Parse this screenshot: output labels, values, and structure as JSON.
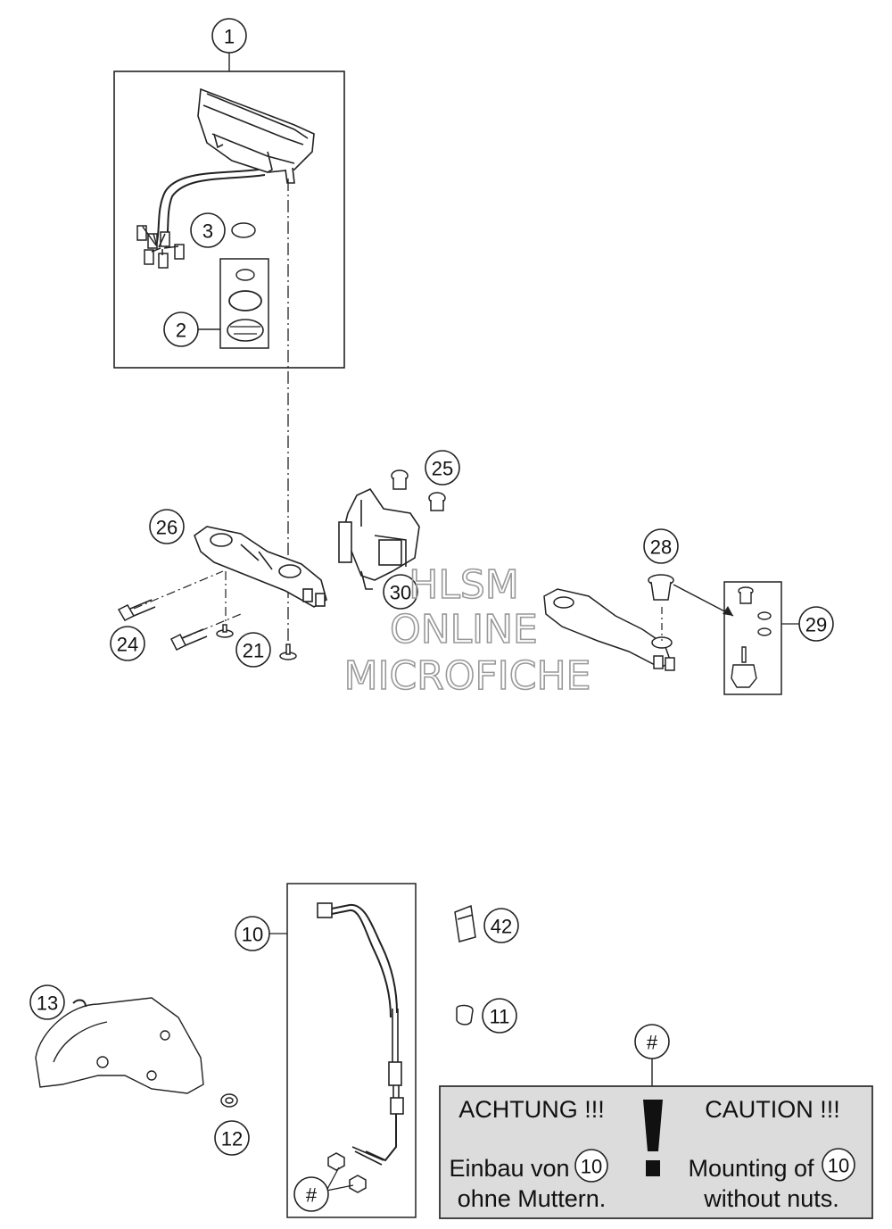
{
  "callouts": {
    "c1": "1",
    "c2": "2",
    "c3": "3",
    "c10": "10",
    "c11": "11",
    "c12": "12",
    "c13": "13",
    "c21": "21",
    "c24": "24",
    "c25": "25",
    "c26": "26",
    "c28": "28",
    "c29": "29",
    "c30": "30",
    "c42": "42",
    "hash_top": "#",
    "hash_bottom": "#"
  },
  "watermark": {
    "line1": "HLSM",
    "line2": "ONLINE",
    "line3": "MICROFICHE"
  },
  "caution_panel": {
    "de_title": "ACHTUNG !!!",
    "en_title": "CAUTION !!!",
    "de_line1": "Einbau von",
    "de_line2": "ohne Muttern.",
    "en_line1": "Mounting of",
    "en_line2": "without nuts.",
    "part_ref": "10",
    "panel_color": "#dcdcdc"
  }
}
